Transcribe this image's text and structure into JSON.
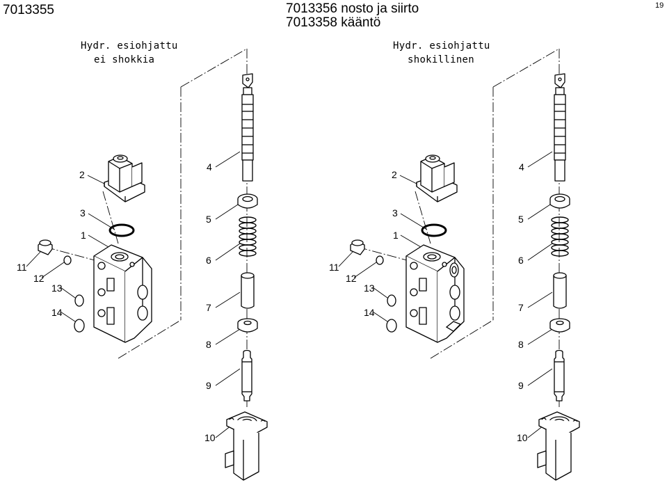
{
  "header": {
    "left_code": "7013355",
    "center_line1": "7013356 nosto ja siirto",
    "center_line2": "7013358 kääntö",
    "page_number": "19"
  },
  "left_assembly": {
    "caption_line1": "Hydr. esiohjattu",
    "caption_line2": "ei shokkia",
    "callouts": [
      "2",
      "3",
      "1",
      "11",
      "12",
      "13",
      "14",
      "4",
      "5",
      "6",
      "7",
      "8",
      "9",
      "10"
    ]
  },
  "right_assembly": {
    "caption_line1": "Hydr. esiohjattu",
    "caption_line2": "shokillinen",
    "callouts": [
      "2",
      "3",
      "1",
      "11",
      "12",
      "13",
      "14",
      "4",
      "5",
      "6",
      "7",
      "8",
      "9",
      "10"
    ]
  },
  "colors": {
    "line": "#000000",
    "background": "#ffffff"
  }
}
